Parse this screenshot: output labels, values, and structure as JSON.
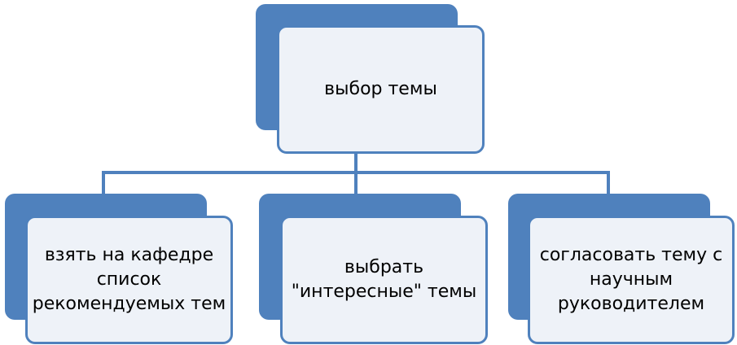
{
  "diagram": {
    "top": {
      "label": "выбор темы"
    },
    "children": [
      {
        "label": "взять на кафедре список рекомендуемых тем"
      },
      {
        "label": "выбрать \"интересные\" темы"
      },
      {
        "label": "согласовать тему с научным руководителем"
      }
    ],
    "colors": {
      "accent": "#4f81bd",
      "box_fill": "#eef2f8",
      "text": "#000000"
    }
  }
}
